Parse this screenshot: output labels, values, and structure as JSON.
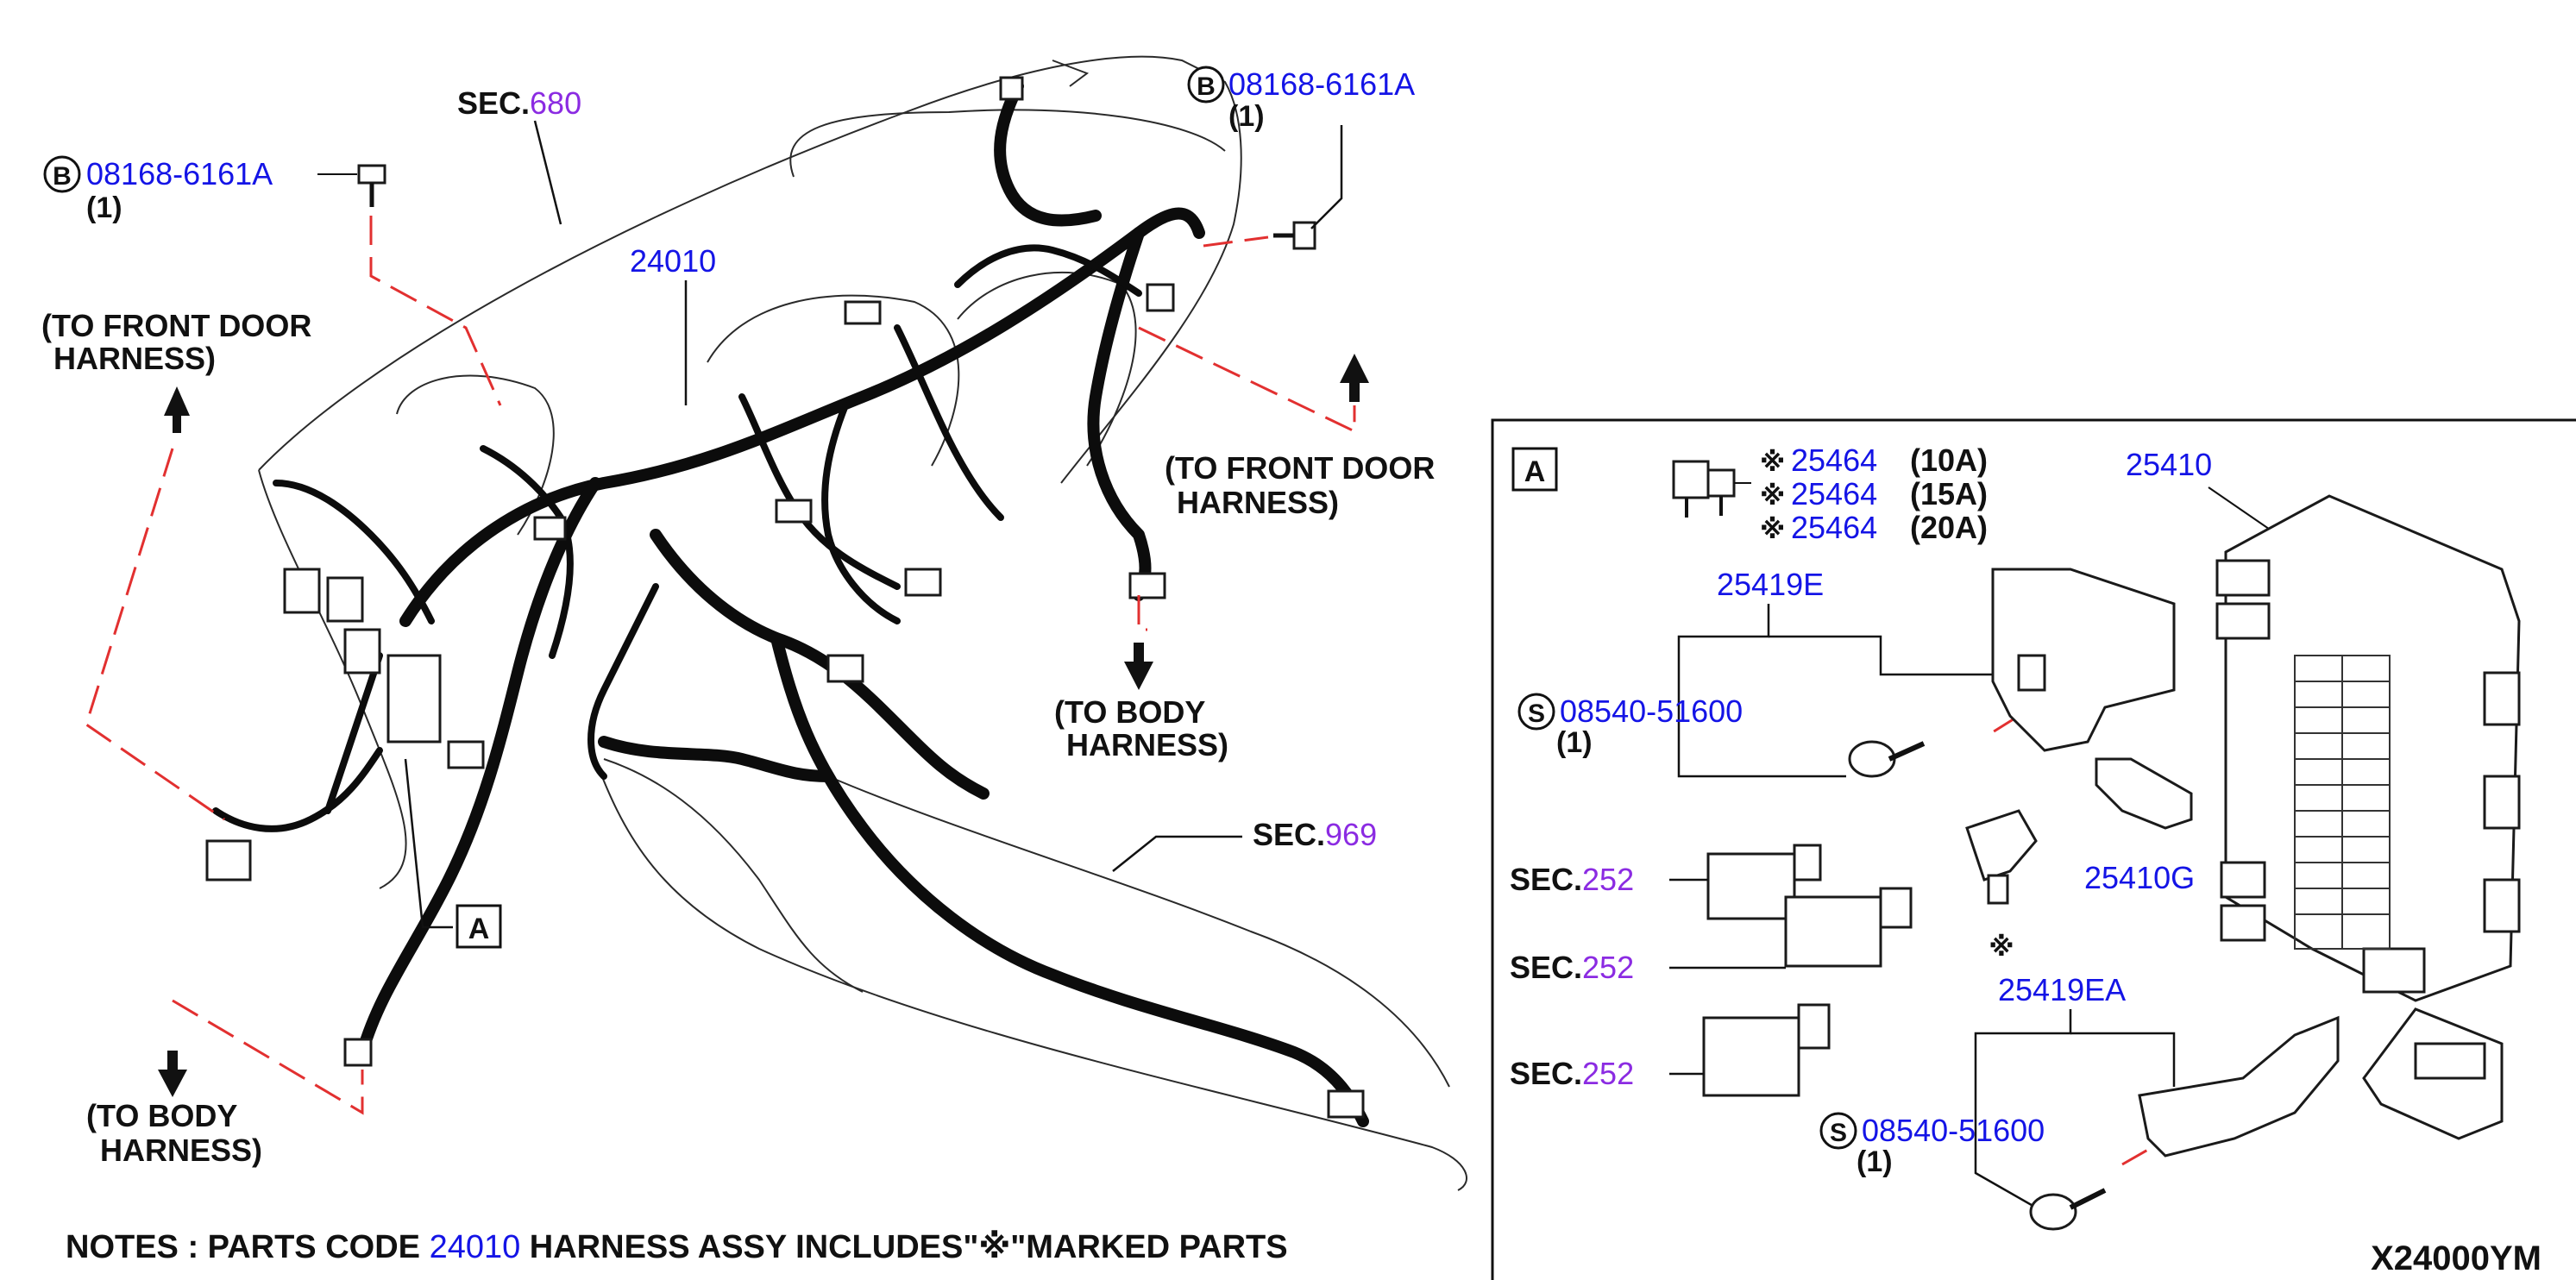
{
  "colors": {
    "part_number": "#1414e6",
    "section_number": "#8b2be2",
    "text": "#111111",
    "guide_line": "#e23030",
    "background": "#ffffff"
  },
  "labels": {
    "sec680_prefix": "SEC.",
    "sec680_num": "680",
    "sec969_prefix": "SEC.",
    "sec969_num": "969",
    "bolt_left_circle": "B",
    "bolt_left_part": "08168-6161A",
    "bolt_left_qty": "(1)",
    "bolt_right_circle": "B",
    "bolt_right_part": "08168-6161A",
    "bolt_right_qty": "(1)",
    "main_harness": "24010",
    "front_door_left_l1": "(TO FRONT DOOR",
    "front_door_left_l2": "HARNESS)",
    "front_door_right_l1": "(TO FRONT DOOR",
    "front_door_right_l2": "HARNESS)",
    "body_mid_l1": "(TO BODY",
    "body_mid_l2": "HARNESS)",
    "body_left_l1": "(TO BODY",
    "body_left_l2": "HARNESS)",
    "detail_ref_left": "A",
    "notes_prefix": "NOTES : PARTS CODE",
    "notes_code": "24010",
    "notes_suffix": "HARNESS ASSY INCLUDES\"※\"MARKED PARTS"
  },
  "detail": {
    "ref": "A",
    "fuses": [
      {
        "mark": "※",
        "part": "25464",
        "rating": "(10A)"
      },
      {
        "mark": "※",
        "part": "25464",
        "rating": "(15A)"
      },
      {
        "mark": "※",
        "part": "25464",
        "rating": "(20A)"
      }
    ],
    "fuse_block": "25410",
    "bracket_top": "25419E",
    "screw_top_circle": "S",
    "screw_top_part": "08540-51600",
    "screw_top_qty": "(1)",
    "clip": "25410G",
    "relay_1_prefix": "SEC.",
    "relay_1_num": "252",
    "relay_2_prefix": "SEC.",
    "relay_2_num": "252",
    "relay_3_prefix": "SEC.",
    "relay_3_num": "252",
    "fuse_puller_mark": "※",
    "bracket_bottom": "25419EA",
    "screw_bottom_circle": "S",
    "screw_bottom_part": "08540-51600",
    "screw_bottom_qty": "(1)",
    "diagram_code": "X24000YM"
  }
}
